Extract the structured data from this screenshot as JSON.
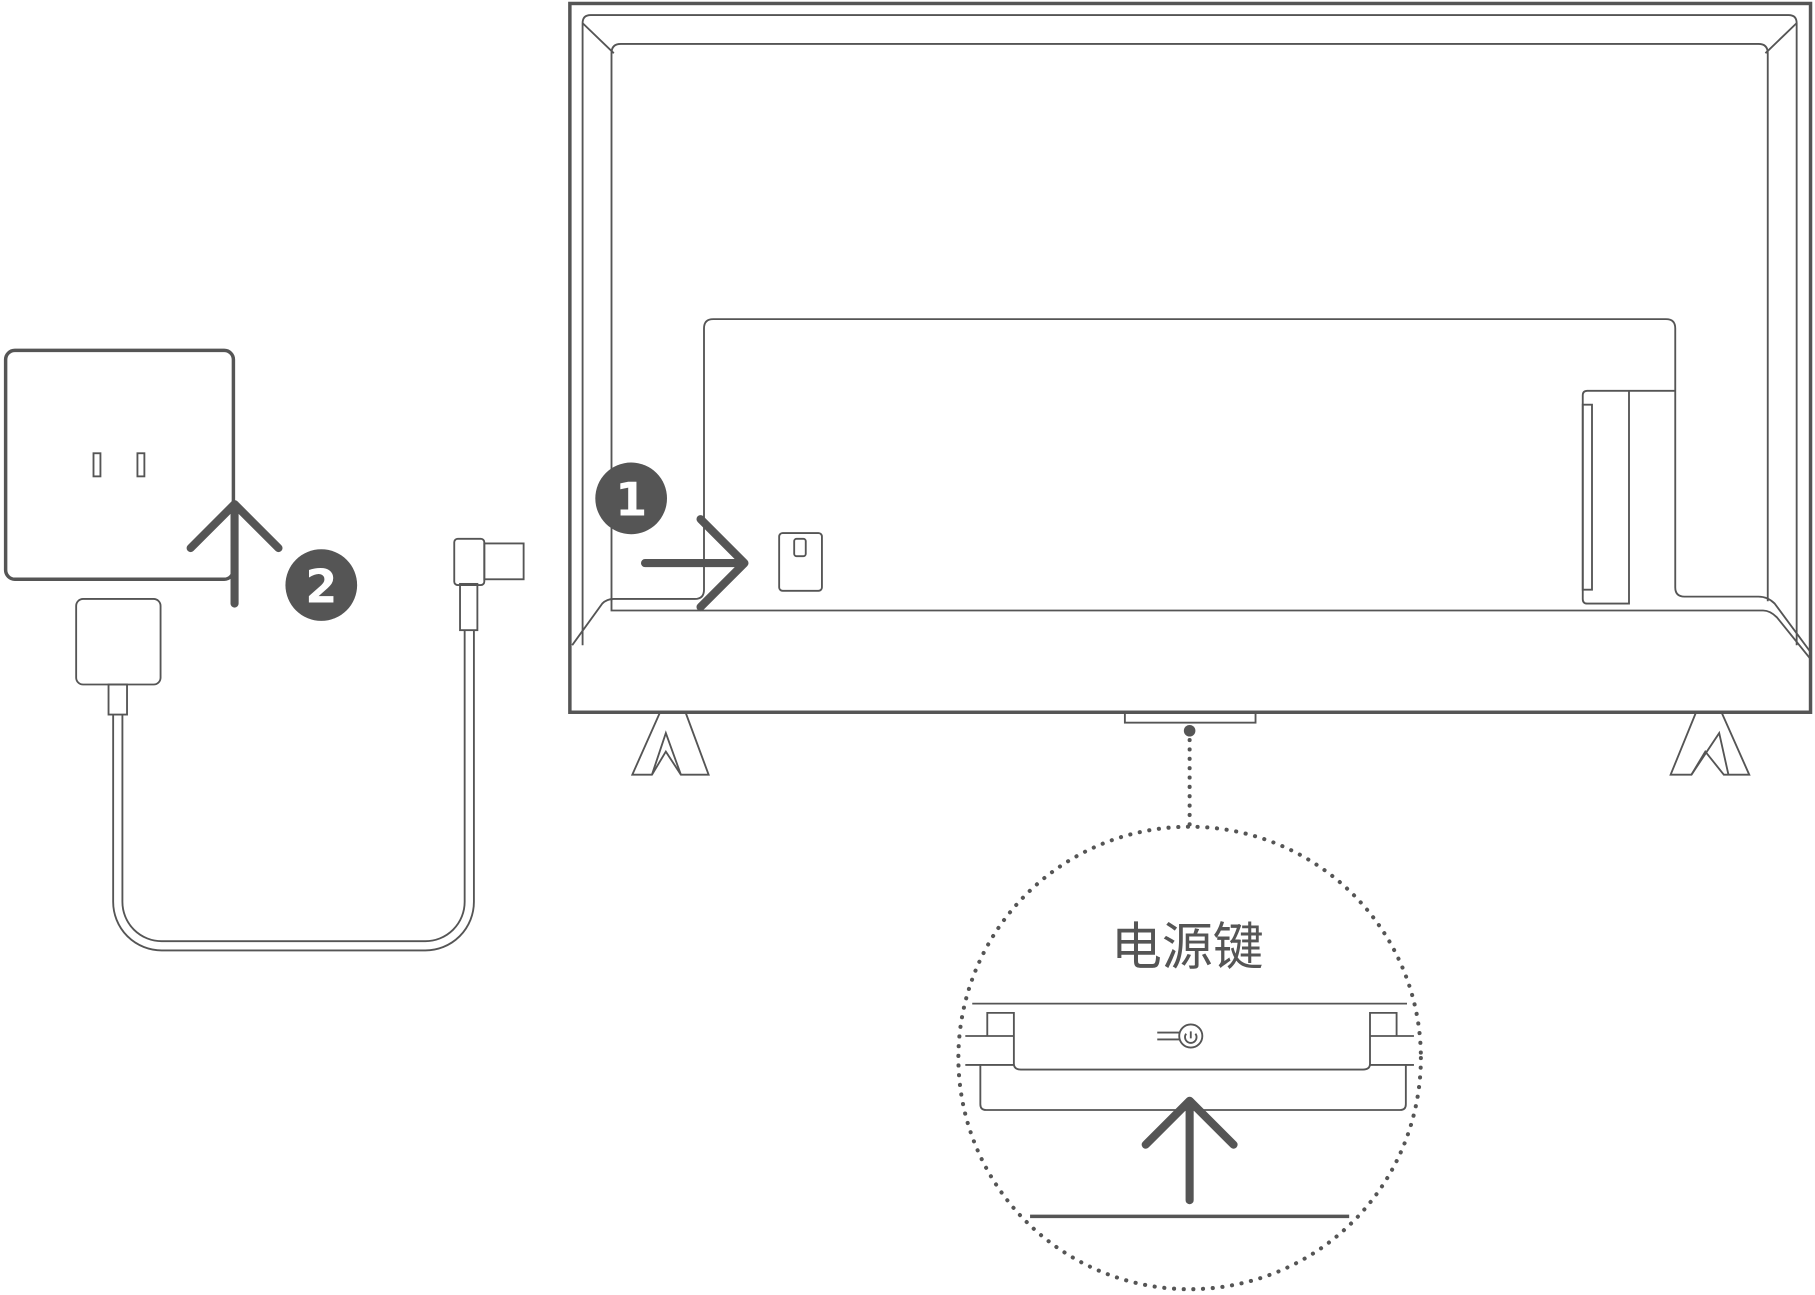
{
  "steps": {
    "step1": "1",
    "step2": "2"
  },
  "callout": {
    "label": "电源键"
  },
  "colors": {
    "line": "#555555",
    "background": "#ffffff"
  }
}
